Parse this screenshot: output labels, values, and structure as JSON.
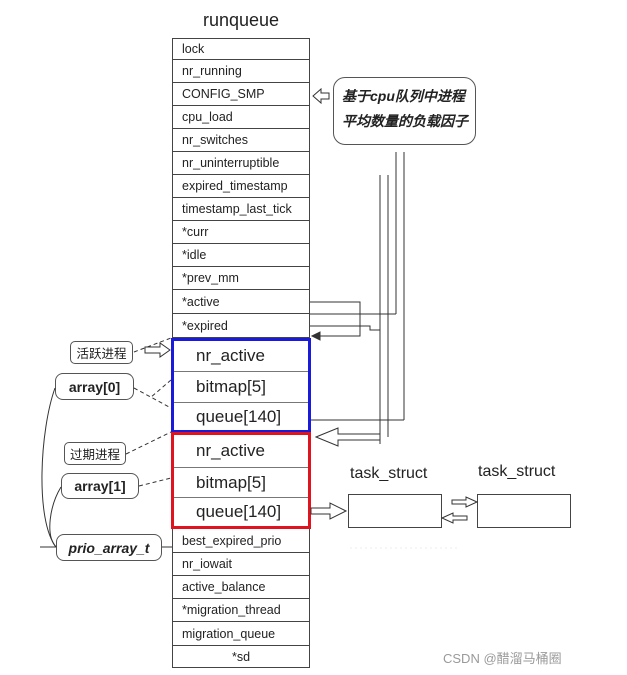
{
  "title": "runqueue",
  "fields_top": [
    "lock",
    "nr_running",
    "CONFIG_SMP",
    "cpu_load",
    "nr_switches",
    "nr_uninterruptible",
    "expired_timestamp",
    "timestamp_last_tick",
    "*curr",
    "*idle",
    "*prev_mm",
    "*active",
    "*expired"
  ],
  "active_array": [
    "nr_active",
    "bitmap[5]",
    "queue[140]"
  ],
  "expired_array": [
    "nr_active",
    "bitmap[5]",
    "queue[140]"
  ],
  "fields_bottom": [
    "best_expired_prio",
    "nr_iowait",
    "active_balance",
    "*migration_thread",
    "migration_queue",
    "*sd"
  ],
  "callout": {
    "line1": "基于cpu队列中进程",
    "line2": "平均数量的负载因子"
  },
  "labels": {
    "active_process": "活跃进程",
    "array0": "array[0]",
    "expired_process": "过期进程",
    "array1": "array[1]",
    "prio_array_t": "prio_array_t"
  },
  "task_structs": [
    "task_struct",
    "task_struct"
  ],
  "watermark": "CSDN @醋溜马桶圈",
  "colors": {
    "active_border": "#1a1adb",
    "expired_border": "#e0141e",
    "line": "#333333"
  }
}
